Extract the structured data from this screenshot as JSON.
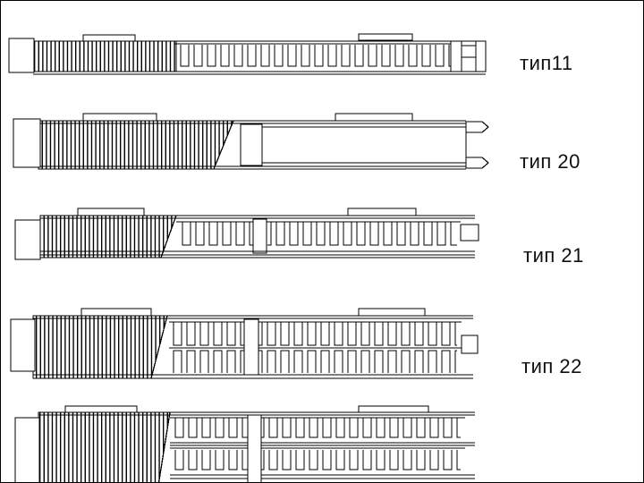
{
  "diagram": {
    "rows": [
      {
        "id": "type-11",
        "label": "тип11"
      },
      {
        "id": "type-20",
        "label": "тип 20"
      },
      {
        "id": "type-21",
        "label": "тип 21"
      },
      {
        "id": "type-22",
        "label": "тип 22"
      },
      {
        "id": "bottom-cropped",
        "label": ""
      }
    ],
    "colors": {
      "line": "#000000",
      "background": "#ffffff"
    }
  }
}
